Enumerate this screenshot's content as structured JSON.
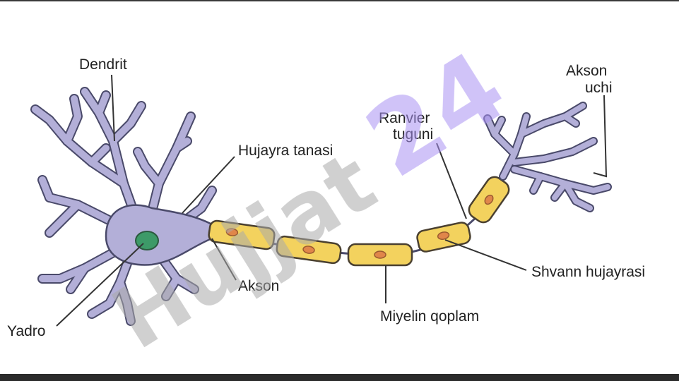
{
  "labels": {
    "dendrit": "Dendrit",
    "hujayra_tanasi": "Hujayra tanasi",
    "yadro": "Yadro",
    "akson": "Akson",
    "ranvier_line1": "Ranvier",
    "ranvier_line2": "tuguni",
    "akson_uchi_line1": "Akson",
    "akson_uchi_line2": "uchi",
    "miyelin": "Miyelin qoplam",
    "shvann": "Shvann hujayrasi"
  },
  "watermark": {
    "part1": "Hujjat",
    "part2": "24"
  },
  "colors": {
    "neuron_body": "#b3afd8",
    "neuron_outline": "#4a4a6a",
    "nucleus": "#3d9a68",
    "myelin": "#f3d25e",
    "myelin_outline": "#4a4030",
    "schwann_nucleus": "#e0864a",
    "watermark_gray": "#b8b8b8",
    "watermark_purple": "#a993f2"
  }
}
